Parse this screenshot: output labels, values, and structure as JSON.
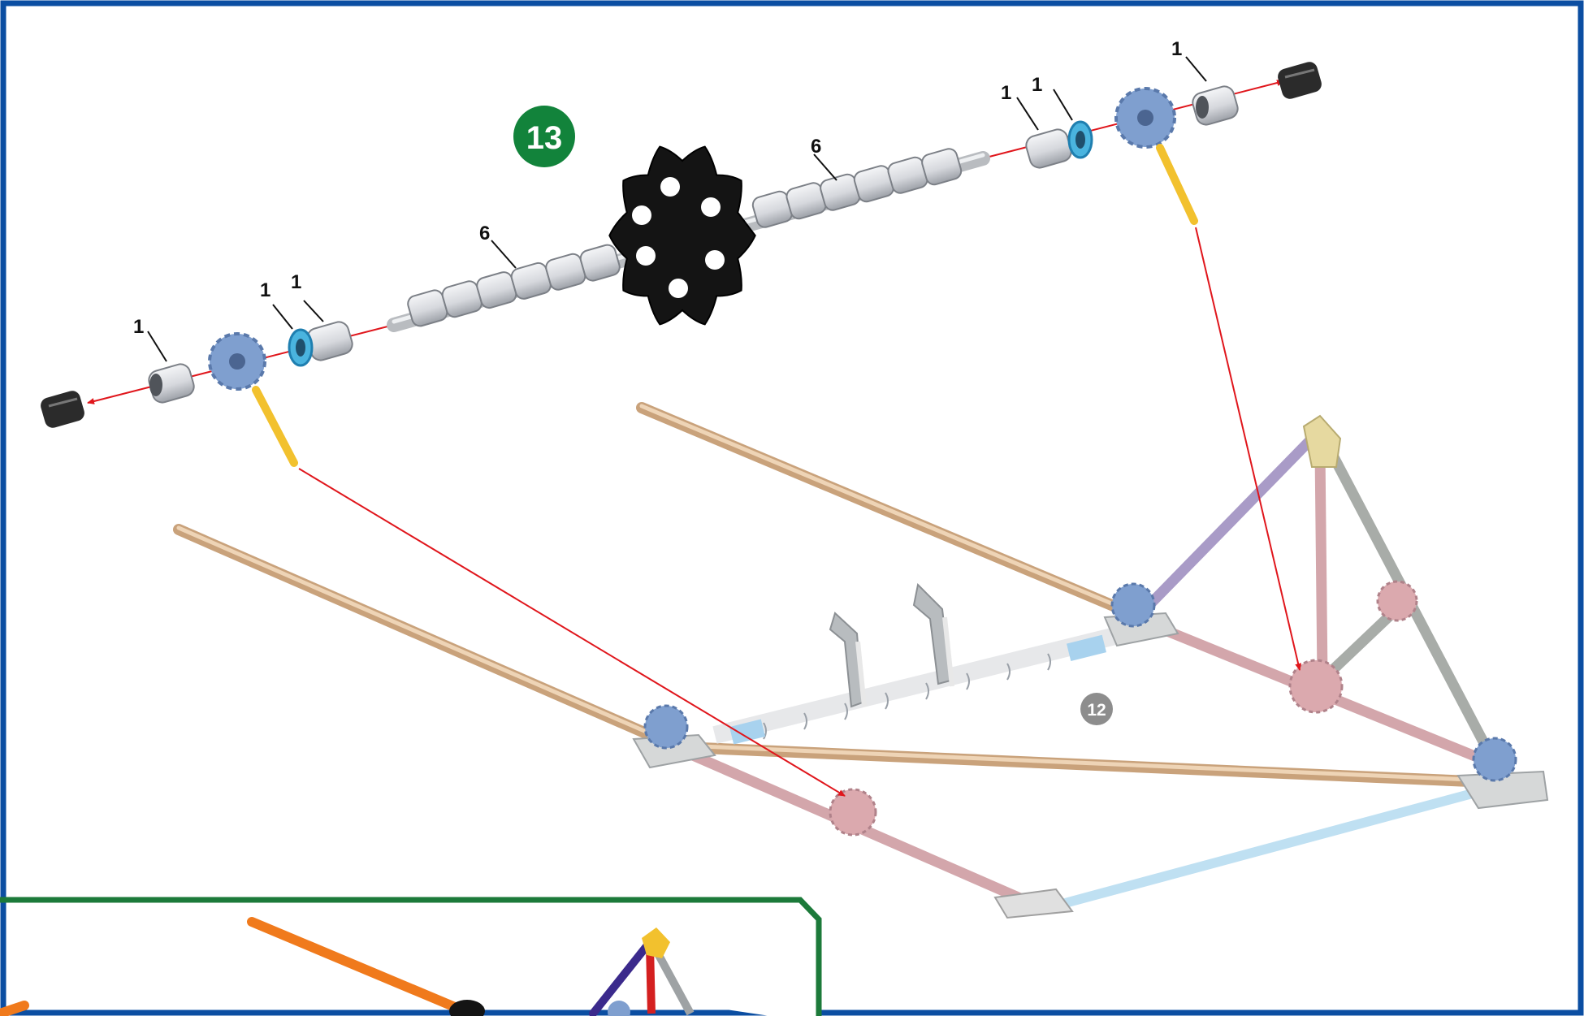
{
  "step": {
    "number": "13",
    "previous_step": "12"
  },
  "quantities": {
    "left_hub_cap_spacer": "1",
    "left_collar": "1",
    "left_small_spacer": "1",
    "left_spacer_run": "6",
    "right_spacer_run": "6",
    "right_small_spacer": "1",
    "right_collar": "1",
    "right_hub_cap_spacer": "1"
  },
  "colors": {
    "frame_border": "#0b4ea2",
    "inset_border": "#1c7a3a",
    "step_badge": "#12833b",
    "prev_step_badge": "#8d8d8d",
    "arrow": "#e0161c",
    "wheel": "#141414",
    "spacer": "#d9dbe0",
    "gear": "#7f9fcf",
    "rod_tan": "#d8b48e",
    "rod_pink": "#dcb4b8",
    "rod_purple": "#a99bc7",
    "rod_gray": "#b8bcb8",
    "rod_lightblue": "#bfe0f2",
    "connector_pink": "#dba9ae",
    "connector_yellow": "#e6d9a0",
    "end_cap": "#2b2b2b",
    "yellow_pin": "#f2c12e",
    "inset_orange": "#f07a1c",
    "inset_purple": "#3b2a8c",
    "inset_red": "#d42020"
  },
  "icons": {
    "wheel": "sprocket-wheel-icon",
    "gear": "gear-connector-icon",
    "end_cap": "end-cap-icon"
  }
}
